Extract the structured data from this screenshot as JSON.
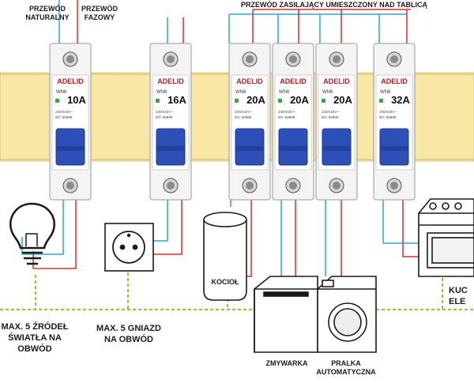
{
  "labels": {
    "neutral_l1": "PRZEWÓD",
    "neutral_l2": "NATURALNY",
    "phase_l1": "PRZEWÓD",
    "phase_l2": "FAZOWY",
    "supply": "PRZEWÓD ZASILAJĄCY UMIESZCZONY NAD TABLICĄ",
    "lights_l1": "MAX. 5 ŹRÓDEŁ",
    "lights_l2": "ŚWIATŁA NA",
    "lights_l3": "OBWÓD",
    "sockets_l1": "MAX. 5 GNIAZD",
    "sockets_l2": "NA OBWÓD",
    "boiler": "KOCIOŁ",
    "dishwasher": "ZMYWARKA",
    "washer_l1": "PRALKA",
    "washer_l2": "AUTOMATYCZNA",
    "cooker_l1": "KUC",
    "cooker_l2": "ELE"
  },
  "breaker_brand": "ADELID",
  "breaker_model": "WN6",
  "breaker_specs": [
    "240/415V~",
    "IEC 60898"
  ],
  "breakers": [
    {
      "rating": "10A"
    },
    {
      "rating": "16A"
    },
    {
      "rating": "20A"
    },
    {
      "rating": "20A"
    },
    {
      "rating": "20A"
    },
    {
      "rating": "32A"
    }
  ],
  "colors": {
    "neutral": "#2aa7d6",
    "phase": "#d9312b",
    "ground_dash": "#8cc63f",
    "rail": "#f8e7a5",
    "toggle": "#2d4fb8"
  }
}
